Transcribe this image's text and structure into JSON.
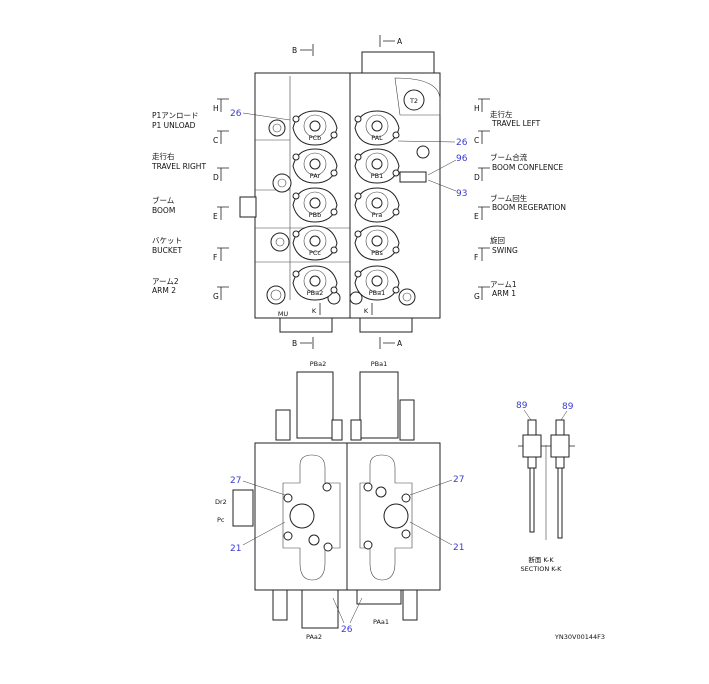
{
  "top_view": {
    "left_labels": [
      {
        "jp": "P1アンロード",
        "en": "P1 UNLOAD"
      },
      {
        "jp": "走行右",
        "en": "TRAVEL RIGHT"
      },
      {
        "jp": "ブーム",
        "en": "BOOM"
      },
      {
        "jp": "バケット",
        "en": "BUCKET"
      },
      {
        "jp": "アーム2",
        "en": "ARM 2"
      }
    ],
    "right_labels": [
      {
        "jp": "走行左",
        "en": "TRAVEL LEFT"
      },
      {
        "jp": "ブーム合流",
        "en": "BOOM CONFLENCE"
      },
      {
        "jp": "ブーム回生",
        "en": "BOOM REGERATION"
      },
      {
        "jp": "旋回",
        "en": "SWING"
      },
      {
        "jp": "アーム1",
        "en": "ARM 1"
      }
    ],
    "section_markers_left": [
      "H",
      "C",
      "D",
      "E",
      "F",
      "G"
    ],
    "section_markers_right": [
      "H",
      "C",
      "D",
      "E",
      "F",
      "G"
    ],
    "ports_left": [
      "PCb",
      "PAr",
      "PBb",
      "PCc",
      "PBa2"
    ],
    "ports_right": [
      "PAL",
      "PB1",
      "Pra",
      "PBs",
      "PBa1"
    ],
    "other_labels": {
      "t2": "T2",
      "mu": "MU",
      "k": "K",
      "a": "A",
      "b": "B"
    },
    "callouts": {
      "c26a": "26",
      "c26b": "26",
      "c96": "96",
      "c93": "93"
    }
  },
  "bottom_view": {
    "ports": {
      "pba2": "PBa2",
      "pba1": "PBa1",
      "paa2": "PAa2",
      "paa1": "PAa1",
      "dr2": "Dr2",
      "pc": "Pc"
    },
    "callouts": {
      "c27l": "27",
      "c21l": "21",
      "c27r": "27",
      "c21r": "21",
      "c26": "26"
    }
  },
  "section_kk": {
    "callouts": [
      "89",
      "89"
    ],
    "title_jp": "断面 K-K",
    "title_en": "SECTION K-K"
  },
  "drawing_number": "YN30V00144F3",
  "colors": {
    "callout": "#3a3ad0",
    "line": "#222222"
  }
}
